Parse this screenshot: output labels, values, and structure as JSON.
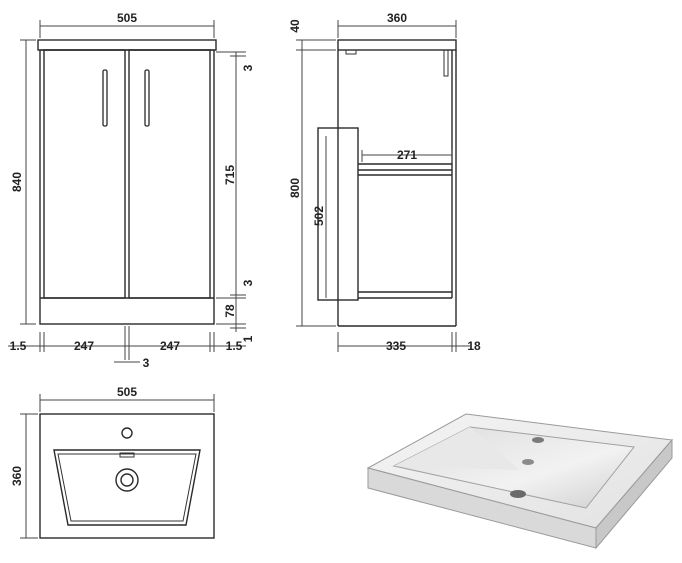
{
  "front_view": {
    "width_overall": "505",
    "height_overall": "840",
    "door_height": "715",
    "door_gap_top": "3",
    "door_gap_bottom": "3",
    "plinth_height": "78",
    "floor_gap": "1",
    "side_left": "1.5",
    "door_left": "247",
    "door_right": "247",
    "side_right": "1.5",
    "center_gap": "3"
  },
  "side_view": {
    "depth_overall": "360",
    "basin_height": "40",
    "carcass_height": "800",
    "shelf_depth": "271",
    "internal_height": "502",
    "carcass_depth": "335",
    "door_thickness": "18"
  },
  "basin_plan": {
    "width": "505",
    "depth": "360"
  }
}
